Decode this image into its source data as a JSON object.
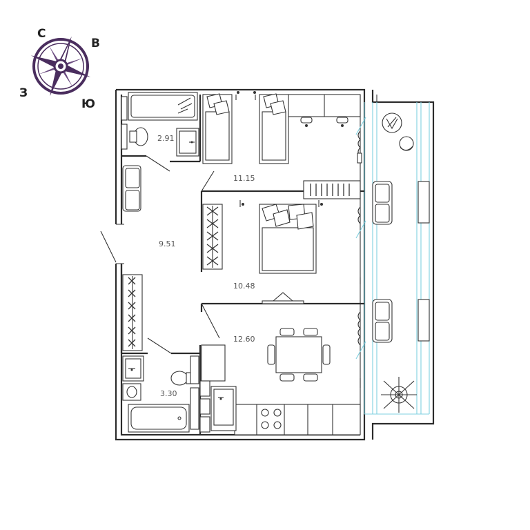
{
  "compass": {
    "north": "С",
    "east": "В",
    "south": "Ю",
    "west": "З",
    "accent": "#4a2d5e"
  },
  "rooms": {
    "bathroom_top": "2.91",
    "kids_bedroom": "11.15",
    "hallway": "9.51",
    "master_bedroom": "10.48",
    "kitchen_living": "12.60",
    "bathroom_bottom": "3.30"
  },
  "colors": {
    "wall": "#2b2b2b",
    "glass": "#7fd0e0"
  }
}
